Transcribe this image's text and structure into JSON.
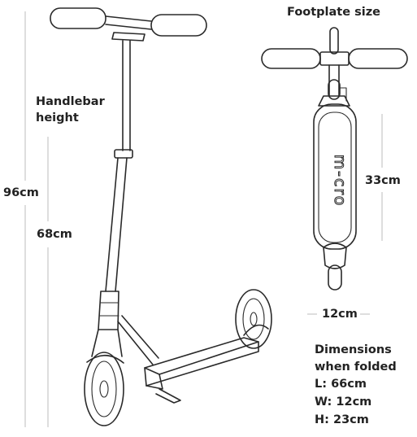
{
  "labels": {
    "footplate_size": "Footplate size",
    "handlebar_line1": "Handlebar",
    "handlebar_line2": "height",
    "height_max": "96cm",
    "height_min": "68cm",
    "footplate_length": "33cm",
    "footplate_width": "12cm",
    "folded_title_line1": "Dimensions",
    "folded_title_line2": "when folded",
    "folded_length": "L: 66cm",
    "folded_width": "W: 12cm",
    "folded_height": "H: 23cm"
  },
  "brand_text": "m-cro",
  "colors": {
    "line": "#2a2a2a",
    "guide": "#bdbdbd",
    "text": "#222222"
  }
}
